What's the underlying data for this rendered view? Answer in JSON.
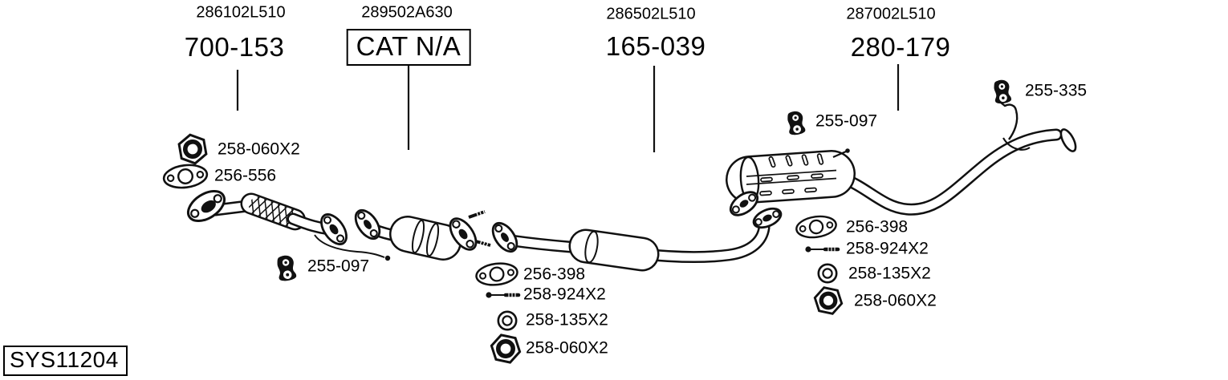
{
  "diagram_id": "SYS11204",
  "header_groups": [
    {
      "part_number": "286102L510",
      "code": "700-153",
      "boxed": false
    },
    {
      "part_number": "289502A630",
      "code": "CAT N/A",
      "boxed": true
    },
    {
      "part_number": "286502L510",
      "code": "165-039",
      "boxed": false
    },
    {
      "part_number": "287002L510",
      "code": "280-179",
      "boxed": false
    }
  ],
  "callouts": {
    "front_nut": {
      "icon": "hex-nut-icon",
      "label": "258-060X2"
    },
    "front_gasket": {
      "icon": "gasket-icon",
      "label": "256-556"
    },
    "front_hanger": {
      "icon": "rubber-hanger-icon",
      "label": "255-097"
    },
    "center_gasket": {
      "icon": "gasket-icon",
      "label": "256-398"
    },
    "center_bolt": {
      "icon": "bolt-icon",
      "label": "258-924X2"
    },
    "center_washer": {
      "icon": "washer-icon",
      "label": "258-135X2"
    },
    "center_nut": {
      "icon": "hex-nut-icon",
      "label": "258-060X2"
    },
    "muffler_hanger": {
      "icon": "rubber-hanger-icon",
      "label": "255-097"
    },
    "rear_gasket": {
      "icon": "gasket-icon",
      "label": "256-398"
    },
    "rear_bolt": {
      "icon": "bolt-icon",
      "label": "258-924X2"
    },
    "rear_washer": {
      "icon": "washer-icon",
      "label": "258-135X2"
    },
    "rear_nut": {
      "icon": "hex-nut-icon",
      "label": "258-060X2"
    },
    "tail_hanger": {
      "icon": "rubber-hanger-icon",
      "label": "255-335"
    }
  },
  "colors": {
    "ink": "#111111",
    "background": "#ffffff"
  }
}
